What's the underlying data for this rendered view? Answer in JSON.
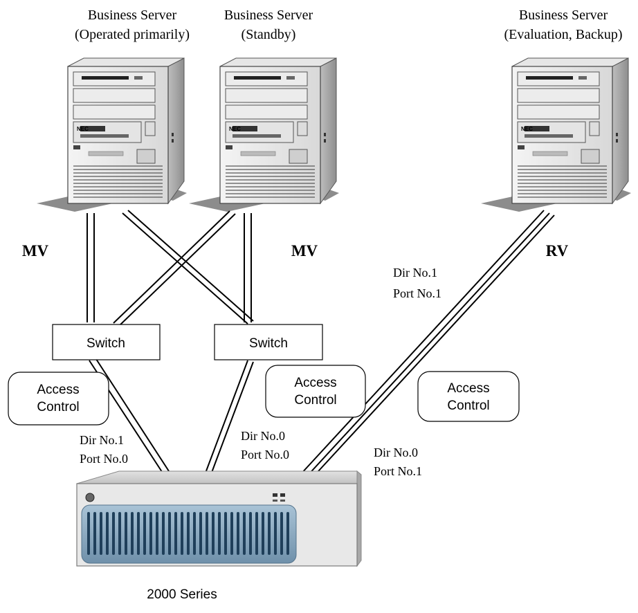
{
  "servers": [
    {
      "title": "Business Server",
      "subtitle": "(Operated primarily)",
      "badge": "NEC"
    },
    {
      "title": "Business Server",
      "subtitle": "(Standby)",
      "badge": "NEC"
    },
    {
      "title": "Business Server",
      "subtitle": "(Evaluation, Backup)",
      "badge": "NEC"
    }
  ],
  "volumes": {
    "left": "MV",
    "middle": "MV",
    "right": "RV"
  },
  "switches": [
    {
      "label": "Switch"
    },
    {
      "label": "Switch"
    }
  ],
  "access_controls": [
    {
      "line1": "Access",
      "line2": "Control"
    },
    {
      "line1": "Access",
      "line2": "Control"
    },
    {
      "line1": "Access",
      "line2": "Control"
    }
  ],
  "ports": {
    "right_server": {
      "dir": "Dir No.1",
      "port": "Port No.1"
    },
    "left_switch": {
      "dir": "Dir No.1",
      "port": "Port No.0"
    },
    "right_switch": {
      "dir": "Dir No.0",
      "port": "Port No.0"
    },
    "direct": {
      "dir": "Dir No.0",
      "port": "Port No.1"
    }
  },
  "storage": {
    "caption": "2000 Series"
  }
}
